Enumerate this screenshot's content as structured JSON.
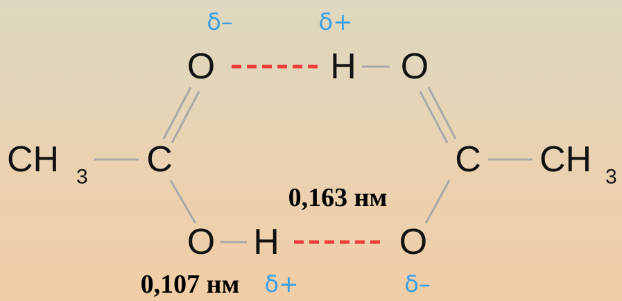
{
  "colors": {
    "charge": "#3aa0e6",
    "hbond": "#ee3b3b",
    "bond": "#a8a8a8",
    "text": "#111111"
  },
  "atoms": {
    "o_top_left": "O",
    "h_top": "H",
    "o_top_right": "O",
    "ch3_left": "CH",
    "ch3_left_sub": "3",
    "c_left": "C",
    "c_right": "C",
    "ch3_right": "CH",
    "ch3_right_sub": "3",
    "o_bottom_left": "O",
    "h_bottom": "H",
    "o_bottom_right": "O"
  },
  "charges": {
    "top_left": "δ–",
    "top_right": "δ+",
    "bottom_left": "δ+",
    "bottom_right": "δ–"
  },
  "distances": {
    "hydrogen_bond": "0,163 нм",
    "covalent_oh": "0,107 нм"
  }
}
